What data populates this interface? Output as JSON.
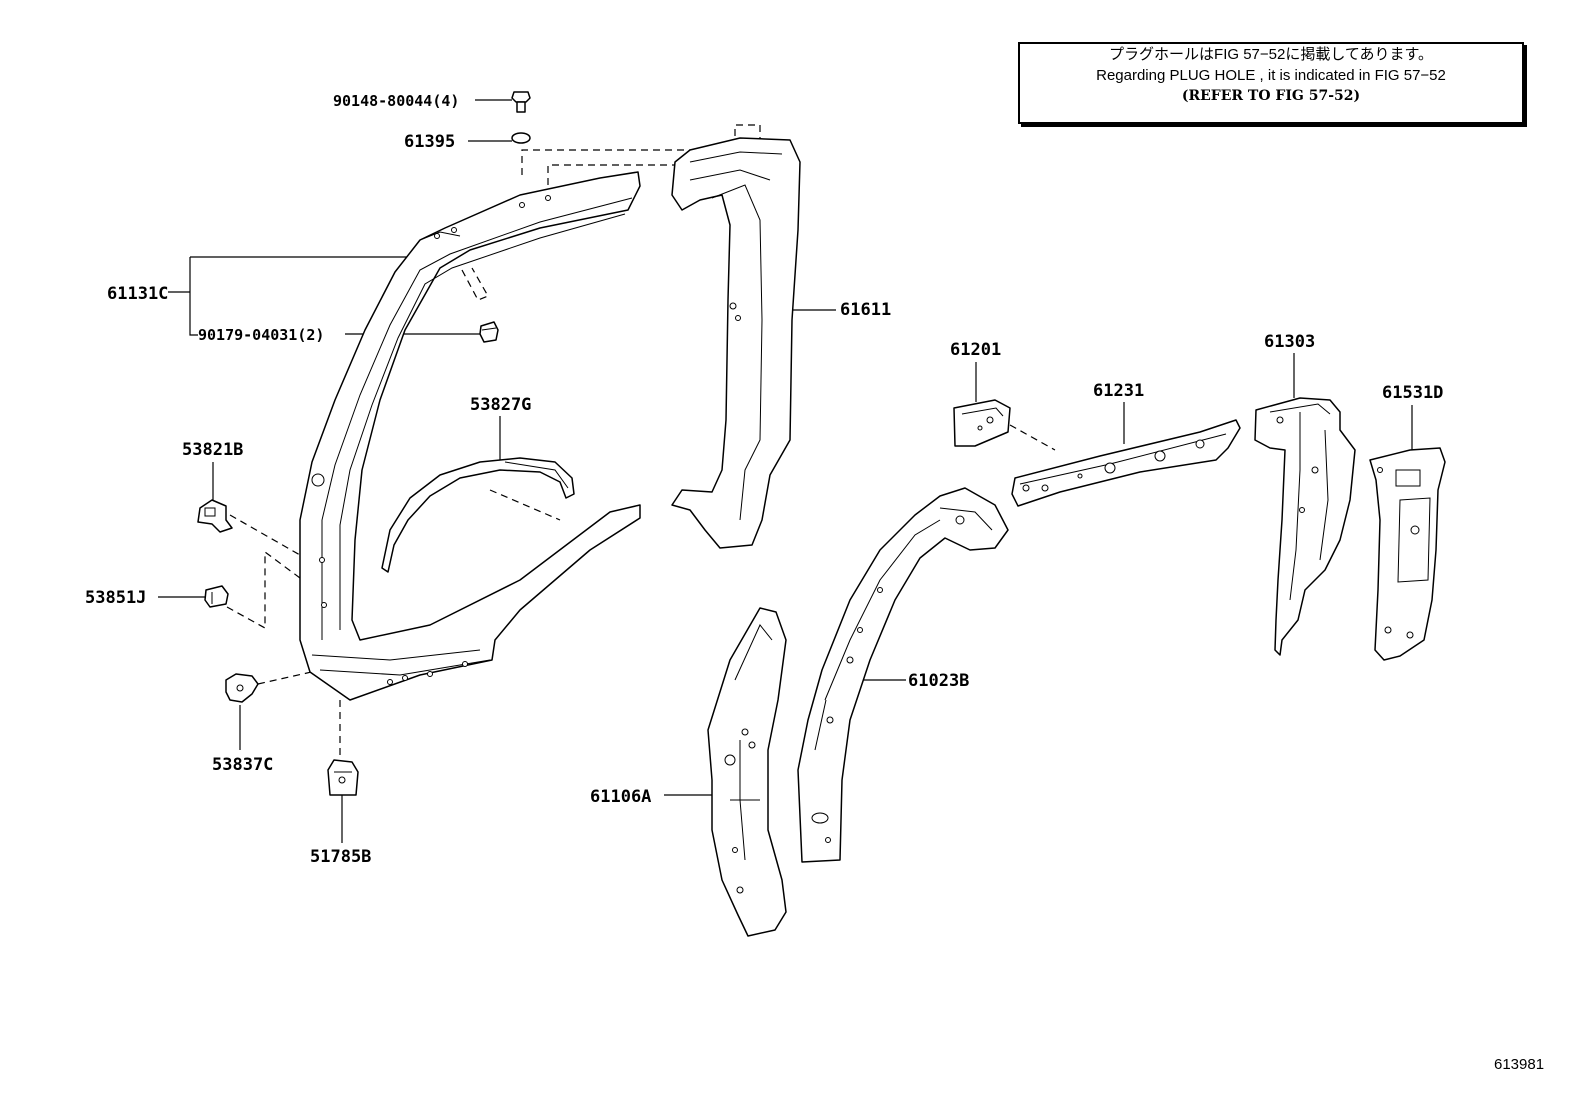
{
  "note": {
    "line1": "プラグホールはFIG 57−52に掲載してあります。",
    "line2": "Regarding PLUG HOLE , it is indicated in FIG 57−52",
    "line3": "(REFER TO FIG 57-52)"
  },
  "figure_number": "613981",
  "parts": {
    "p90148": "90148-80044(4)",
    "p61395": "61395",
    "p61131C": "61131C",
    "p90179": "90179-04031(2)",
    "p61611": "61611",
    "p53827G": "53827G",
    "p53821B": "53821B",
    "p53851J": "53851J",
    "p53837C": "53837C",
    "p51785B": "51785B",
    "p61201": "61201",
    "p61231": "61231",
    "p61303": "61303",
    "p61531D": "61531D",
    "p61023B": "61023B",
    "p61106A": "61106A"
  }
}
